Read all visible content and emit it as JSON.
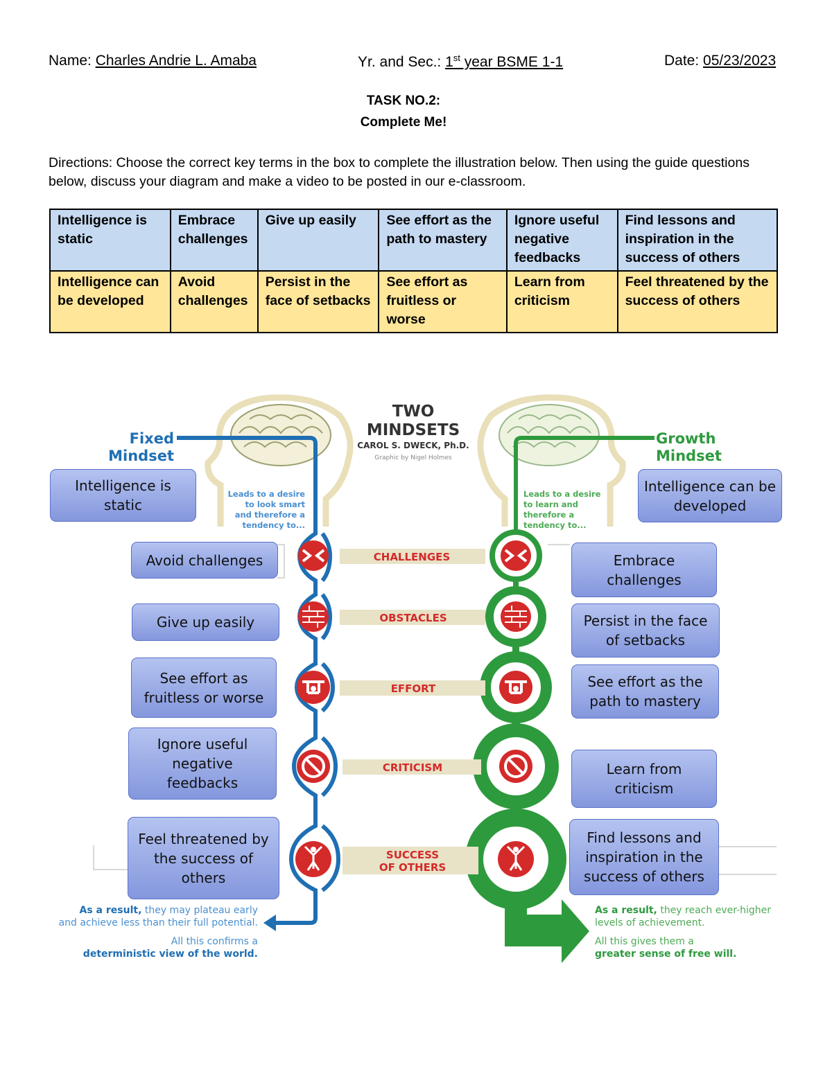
{
  "header": {
    "name_label": "Name: ",
    "name_value": "Charles Andrie L. Amaba",
    "section_label": "Yr. and Sec.: ",
    "section_value_pre": "1",
    "section_value_sup": "st",
    "section_value_post": " year BSME 1-1",
    "date_label": "Date: ",
    "date_value": "05/23/2023"
  },
  "task": {
    "title": "TASK NO.2:",
    "subtitle": "Complete Me!",
    "directions": "Directions: Choose the correct key terms in the box to complete the illustration below. Then using the guide questions below, discuss your diagram and make a video to be posted in our e-classroom."
  },
  "key_terms": {
    "row1": [
      "Intelligence is static",
      "Embrace challenges",
      "Give up easily",
      "See effort as the path to mastery",
      "Ignore useful negative feedbacks",
      "Find lessons and inspiration in the success of others"
    ],
    "row2": [
      "Intelligence can be developed",
      "Avoid challenges",
      "Persist in the face of setbacks",
      "See effort as fruitless or worse",
      "Learn from criticism",
      "Feel threatened by the success of others"
    ]
  },
  "diagram": {
    "title_line1": "TWO",
    "title_line2": "MINDSETS",
    "author": "CAROL S. DWECK, Ph.D.",
    "credit": "Graphic by Nigel Holmes",
    "fixed_title_1": "Fixed",
    "fixed_title_2": "Mindset",
    "growth_title_1": "Growth",
    "growth_title_2": "Mindset",
    "fixed_leads": [
      "Leads to a desire",
      "to look smart",
      "and therefore a",
      "tendency to..."
    ],
    "growth_leads": [
      "Leads to a desire",
      "to learn and",
      "therefore a",
      "tendency to..."
    ],
    "categories": [
      "CHALLENGES",
      "OBSTACLES",
      "EFFORT",
      "CRITICISM",
      "SUCCESS",
      "OF OTHERS"
    ],
    "fixed_result_bold": "As a result,",
    "fixed_result_1": " they may plateau early",
    "fixed_result_2": "and achieve less than their full potential.",
    "fixed_confirm_1": "All this confirms a",
    "fixed_confirm_2": "deterministic view of the world.",
    "growth_result_bold": "As a result,",
    "growth_result_1": " they reach ever-higher",
    "growth_result_2": "levels of achievement.",
    "growth_confirm_1": "All this gives them a",
    "growth_confirm_2": "greater sense of free will.",
    "fixed_answers": [
      "Intelligence is static",
      "Avoid challenges",
      "Give up easily",
      "See effort as fruitless or worse",
      "Ignore useful negative feedbacks",
      "Feel threatened by the success of others"
    ],
    "growth_answers": [
      "Intelligence can be developed",
      "Embrace challenges",
      "Persist in the face of setbacks",
      "See effort as the path to mastery",
      "Learn from criticism",
      "Find lessons and inspiration in the success of others"
    ]
  },
  "colors": {
    "fixed_blue": "#1f6fb3",
    "growth_green": "#2e9a3e",
    "icon_red": "#d42a2a",
    "brain_beige": "#e9dfb9"
  }
}
